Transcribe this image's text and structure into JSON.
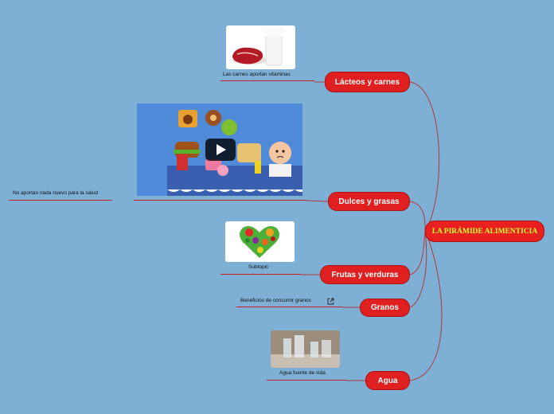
{
  "center": {
    "label": "LA PIRÁMIDE ALIMENTICIA"
  },
  "branches": [
    {
      "label": "Lácteos y carnes",
      "sub": "Las carnes aportan vitaminas"
    },
    {
      "label": "Dulces y grasas",
      "sub": "No aportan nada nuevo para la salud"
    },
    {
      "label": "Frutas y verduras",
      "sub": "Subtopic"
    },
    {
      "label": "Granos",
      "sub": "Beneficios de consumir granos"
    },
    {
      "label": "Agua",
      "sub": "Agua fuente de vida"
    }
  ],
  "icons": {
    "link": "external-link-icon",
    "video": "play-button-icon"
  },
  "colors": {
    "background": "#7eb0d6",
    "node": "#e02020",
    "connector": "#b03a3a",
    "center_text": "#d8ff30"
  }
}
